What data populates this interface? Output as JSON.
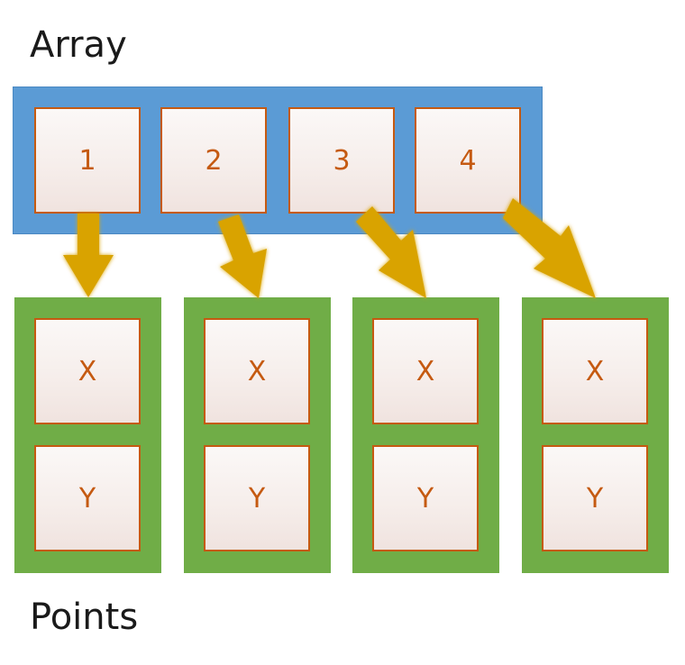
{
  "array": {
    "title": "Array",
    "cells": [
      "1",
      "2",
      "3",
      "4"
    ]
  },
  "points": {
    "title": "Points",
    "items": [
      {
        "x": "X",
        "y": "Y"
      },
      {
        "x": "X",
        "y": "Y"
      },
      {
        "x": "X",
        "y": "Y"
      },
      {
        "x": "X",
        "y": "Y"
      }
    ]
  },
  "colors": {
    "array_container": "#5b9bd5",
    "points_container": "#70ad47",
    "cell_border": "#c55a11",
    "cell_text": "#c55a11",
    "arrow": "#d9a300"
  }
}
